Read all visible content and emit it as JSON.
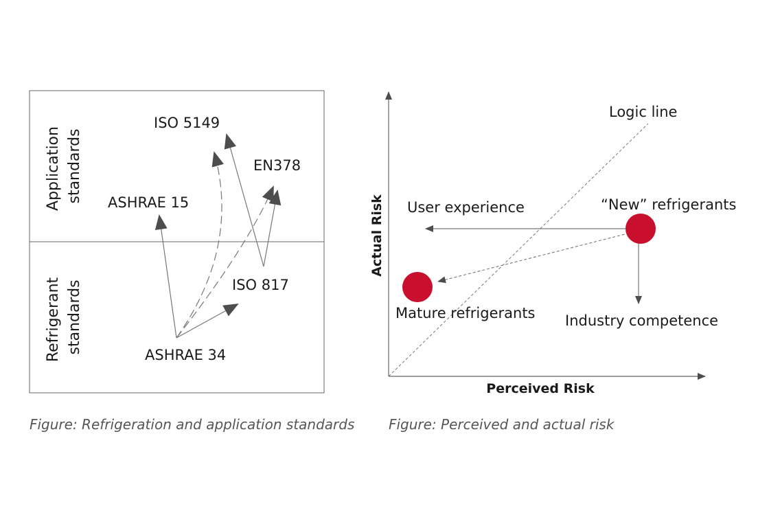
{
  "left_figure": {
    "section_top": [
      "Application",
      "standards"
    ],
    "section_bottom": [
      "Refrigerant",
      "standards"
    ],
    "nodes": {
      "iso5149": "ISO 5149",
      "en378": "EN378",
      "ashrae15": "ASHRAE 15",
      "iso817": "ISO 817",
      "ashrae34": "ASHRAE 34"
    },
    "caption": "Figure: Refrigeration and application standards"
  },
  "right_figure": {
    "labels": {
      "logic_line": "Logic line",
      "user_experience": "User experience",
      "new_refrigerants": "“New” refrigerants",
      "mature_refrigerants": "Mature refrigerants",
      "industry_competence": "Industry competence"
    },
    "ylabel": "Actual Risk",
    "xlabel": "Perceived Risk",
    "caption": "Figure: Perceived and actual risk",
    "colors": {
      "point": "#c8102e",
      "line": "#7a7a7a"
    }
  }
}
